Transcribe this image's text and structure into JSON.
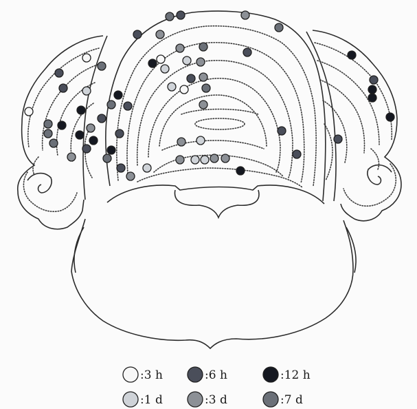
{
  "colors": {
    "t3h": "#f7f7f7",
    "t6h": "#4a4e5a",
    "t12h": "#151821",
    "t1d": "#cfd3d8",
    "t3d": "#8c9096",
    "t7d": "#6b7078"
  },
  "legend": [
    {
      "key": "t3h",
      "label": ":3 h"
    },
    {
      "key": "t6h",
      "label": ":6 h"
    },
    {
      "key": "t12h",
      "label": ":12 h"
    },
    {
      "key": "t1d",
      "label": ":1 d"
    },
    {
      "key": "t3d",
      "label": ":3 d"
    },
    {
      "key": "t7d",
      "label": ":7 d"
    }
  ]
}
